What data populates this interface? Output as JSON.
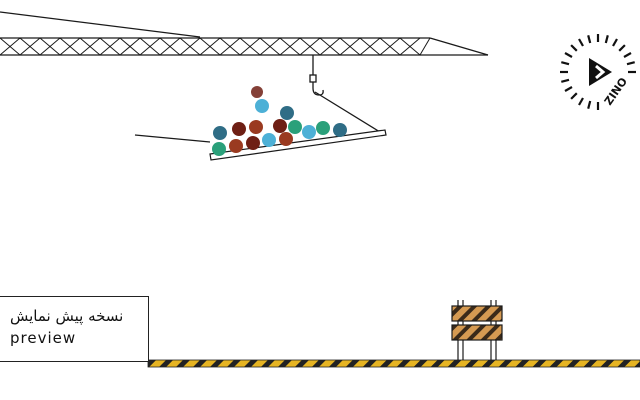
{
  "preview": {
    "text_fa": "نسخه پیش نمایش",
    "text_en": "preview"
  },
  "logo": {
    "text": "ZINO",
    "icon": "play-icon"
  },
  "colors": {
    "ink": "#1a1a1a",
    "ball_dark_red": "#6e1f14",
    "ball_red": "#9a3a20",
    "ball_teal": "#2aa07a",
    "ball_light_blue": "#4db0d6",
    "ball_slate": "#2f6d86",
    "tape_yellow": "#e6b422",
    "tape_black": "#222222",
    "barrier_orange": "#c98a44"
  }
}
